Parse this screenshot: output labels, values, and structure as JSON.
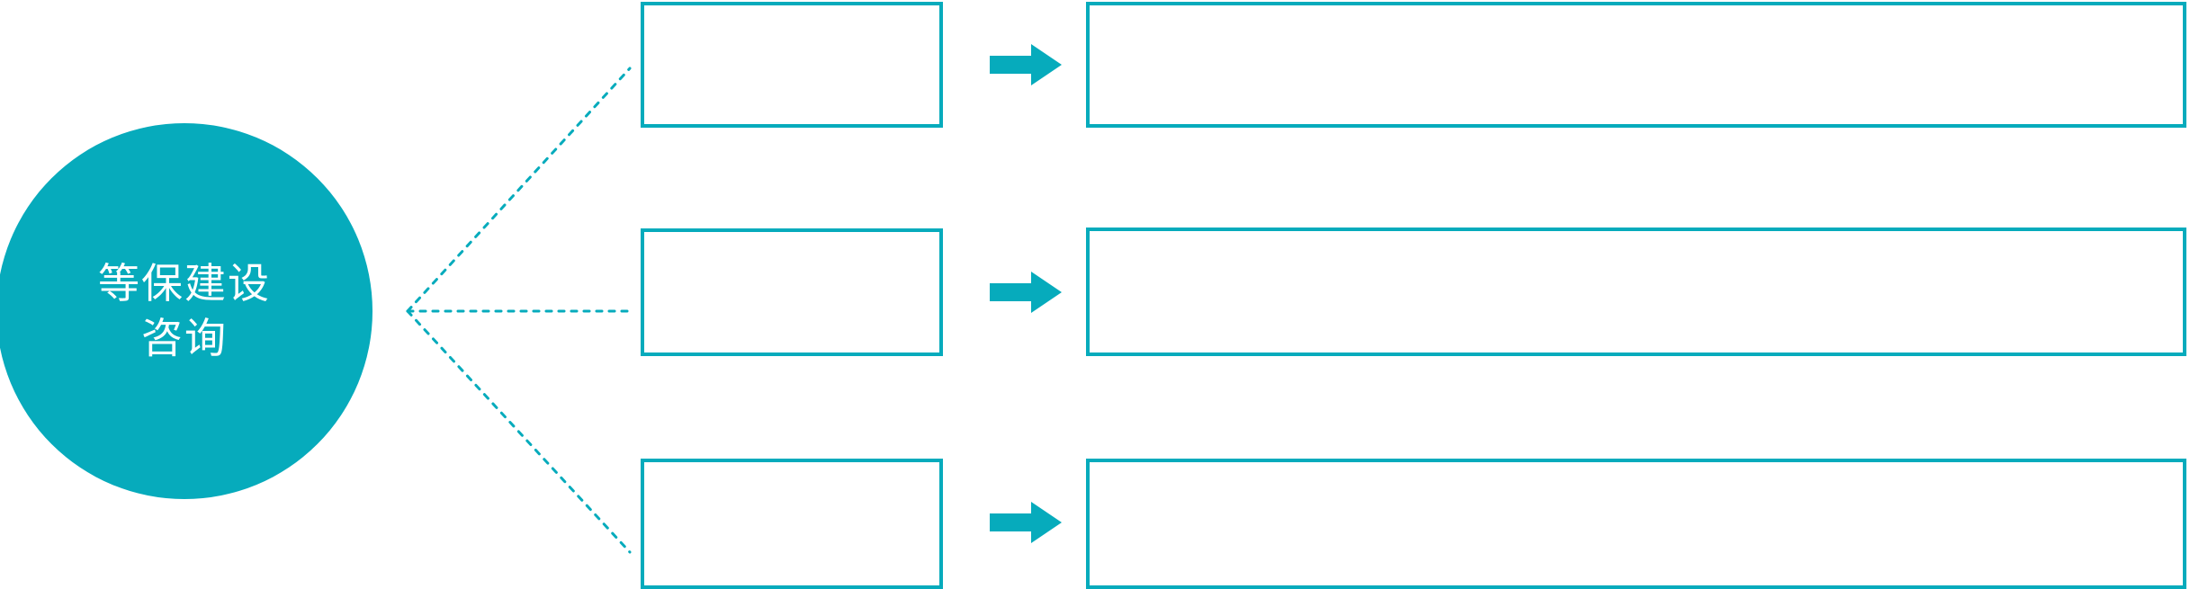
{
  "diagram": {
    "type": "hub-and-spoke-flow",
    "accent_color": "#06abbc",
    "background_color": "#ffffff",
    "text_on_accent_color": "#ffffff",
    "hub": {
      "shape": "circle",
      "label_lines": [
        "等保建设",
        "咨询"
      ],
      "line1": "等保建设",
      "line2": "咨询"
    },
    "connector": {
      "style": "dotted",
      "color": "#06abbc",
      "branch_count": 3
    },
    "rows": [
      {
        "id": "row-1",
        "stage_label": "",
        "arrow_icon": "arrow-right-icon",
        "detail_label": ""
      },
      {
        "id": "row-2",
        "stage_label": "",
        "arrow_icon": "arrow-right-icon",
        "detail_label": ""
      },
      {
        "id": "row-3",
        "stage_label": "",
        "arrow_icon": "arrow-right-icon",
        "detail_label": ""
      }
    ]
  }
}
